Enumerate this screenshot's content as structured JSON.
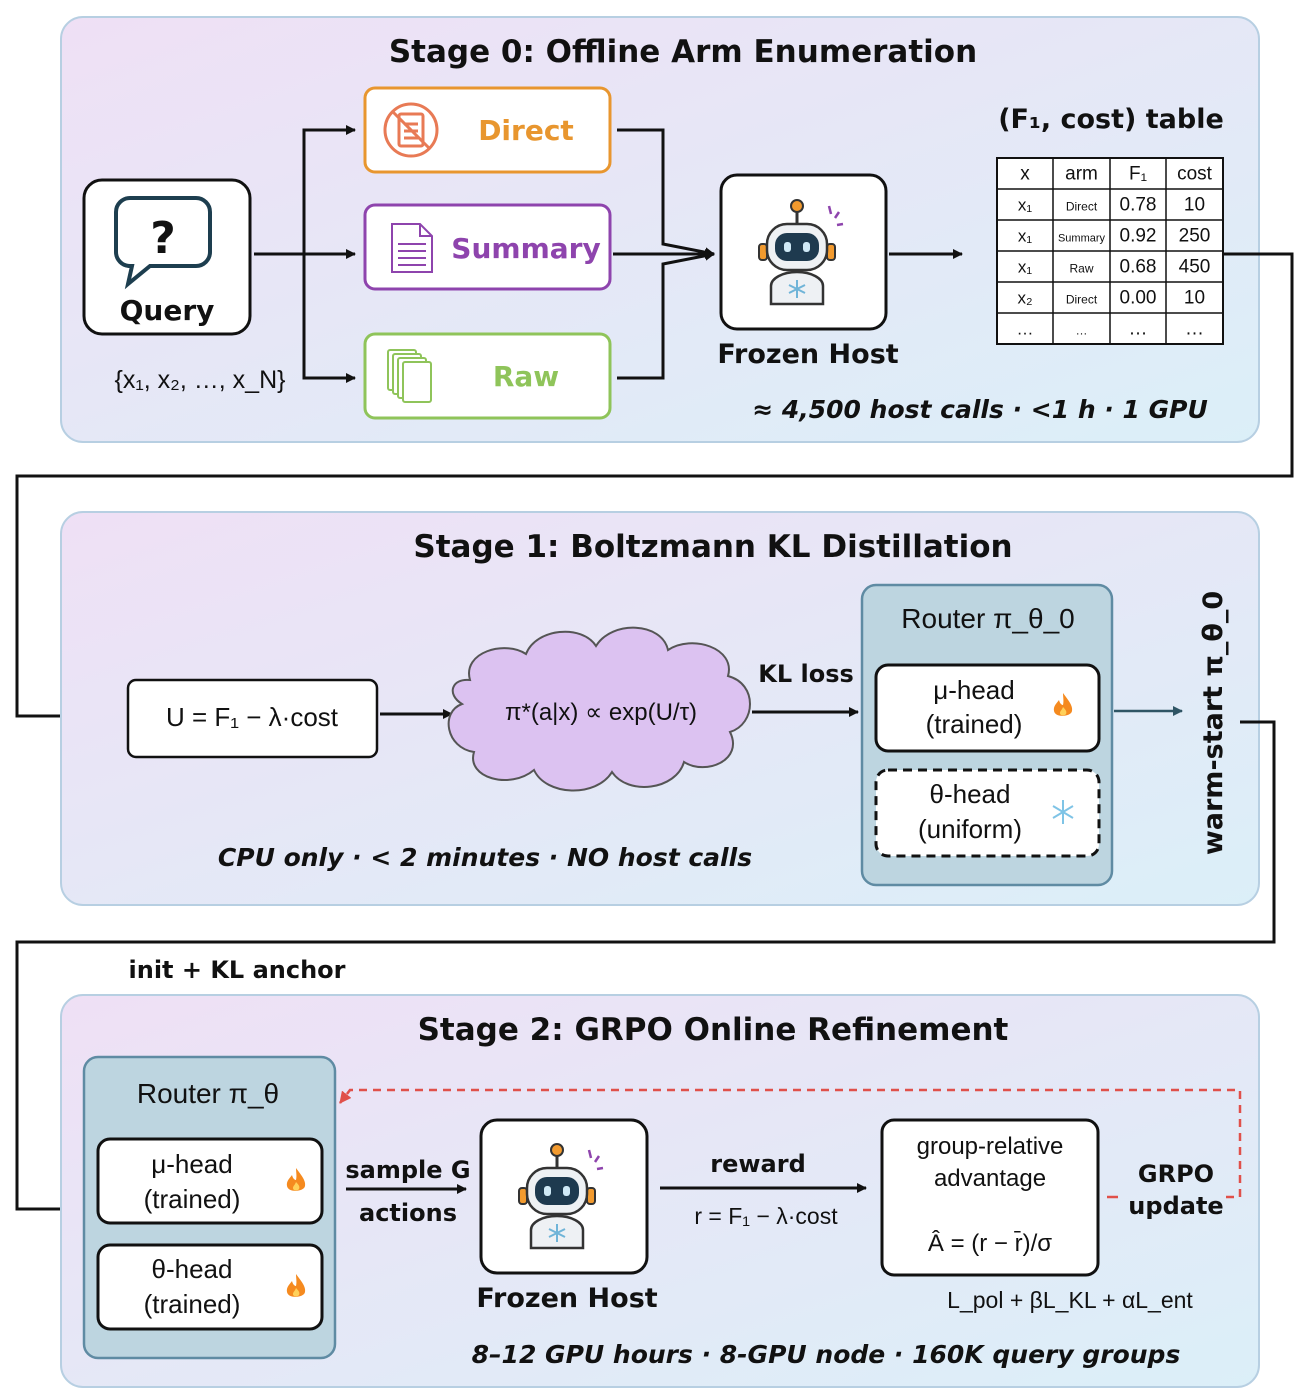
{
  "colors": {
    "direct": "#e8962f",
    "summary": "#8e44ad",
    "raw": "#8fc45a",
    "router_bg": "#bdd5e0",
    "router_border": "#5f8ba3",
    "cloud": "#dcc2f1",
    "dashed_arrow": "#e0504a",
    "panel_gradient_from": "#efe1f5",
    "panel_gradient_to": "#ddeef8"
  },
  "stage0": {
    "title": "Stage 0: Offline Arm Enumeration",
    "query_label": "Query",
    "query_icon": "question-bubble-icon",
    "query_set": "{x₁, x₂, …, x_N}",
    "arms": [
      {
        "label": "Direct",
        "icon": "no-document-icon"
      },
      {
        "label": "Summary",
        "icon": "document-icon"
      },
      {
        "label": "Raw",
        "icon": "stacked-documents-icon"
      }
    ],
    "host_label": "Frozen Host",
    "host_icon": "robot-icon",
    "table_title": "(F₁, cost) table",
    "table": {
      "headers": [
        "x",
        "arm",
        "F₁",
        "cost"
      ],
      "rows": [
        [
          "x₁",
          "Direct",
          "0.78",
          "10"
        ],
        [
          "x₁",
          "Summary",
          "0.92",
          "250"
        ],
        [
          "x₁",
          "Raw",
          "0.68",
          "450"
        ],
        [
          "x₂",
          "Direct",
          "0.00",
          "10"
        ],
        [
          "…",
          "…",
          "…",
          "…"
        ]
      ]
    },
    "footnote": "≈ 4,500 host calls · <1 h · 1 GPU"
  },
  "stage1": {
    "title": "Stage 1: Boltzmann KL Distillation",
    "utility": "U = F₁ − λ·cost",
    "target": "π*(a|x) ∝ exp(U/τ)",
    "kl_label": "KL loss",
    "router_title": "Router π_θ_0",
    "mu_head": [
      "μ-head",
      "(trained)"
    ],
    "theta_head": [
      "θ-head",
      "(uniform)"
    ],
    "warm_start": "warm-start π_θ_0",
    "footnote": "CPU only · < 2 minutes · NO host calls"
  },
  "stage2": {
    "title": "Stage 2: GRPO Online Refinement",
    "init_label": "init + KL anchor",
    "router_title": "Router π_θ",
    "mu_head": [
      "μ-head",
      "(trained)"
    ],
    "theta_head": [
      "θ-head",
      "(trained)"
    ],
    "sample_label": [
      "sample G",
      "actions"
    ],
    "host_label": "Frozen Host",
    "reward_label": "reward",
    "reward_formula": "r = F₁ − λ·cost",
    "advantage": [
      "group-relative",
      "advantage",
      "Â = (r − r̄)/σ"
    ],
    "grpo_update": [
      "GRPO",
      "update"
    ],
    "loss": "L_pol + βL_KL + αL_ent",
    "footnote": "8–12 GPU hours · 8-GPU node · 160K query groups"
  }
}
